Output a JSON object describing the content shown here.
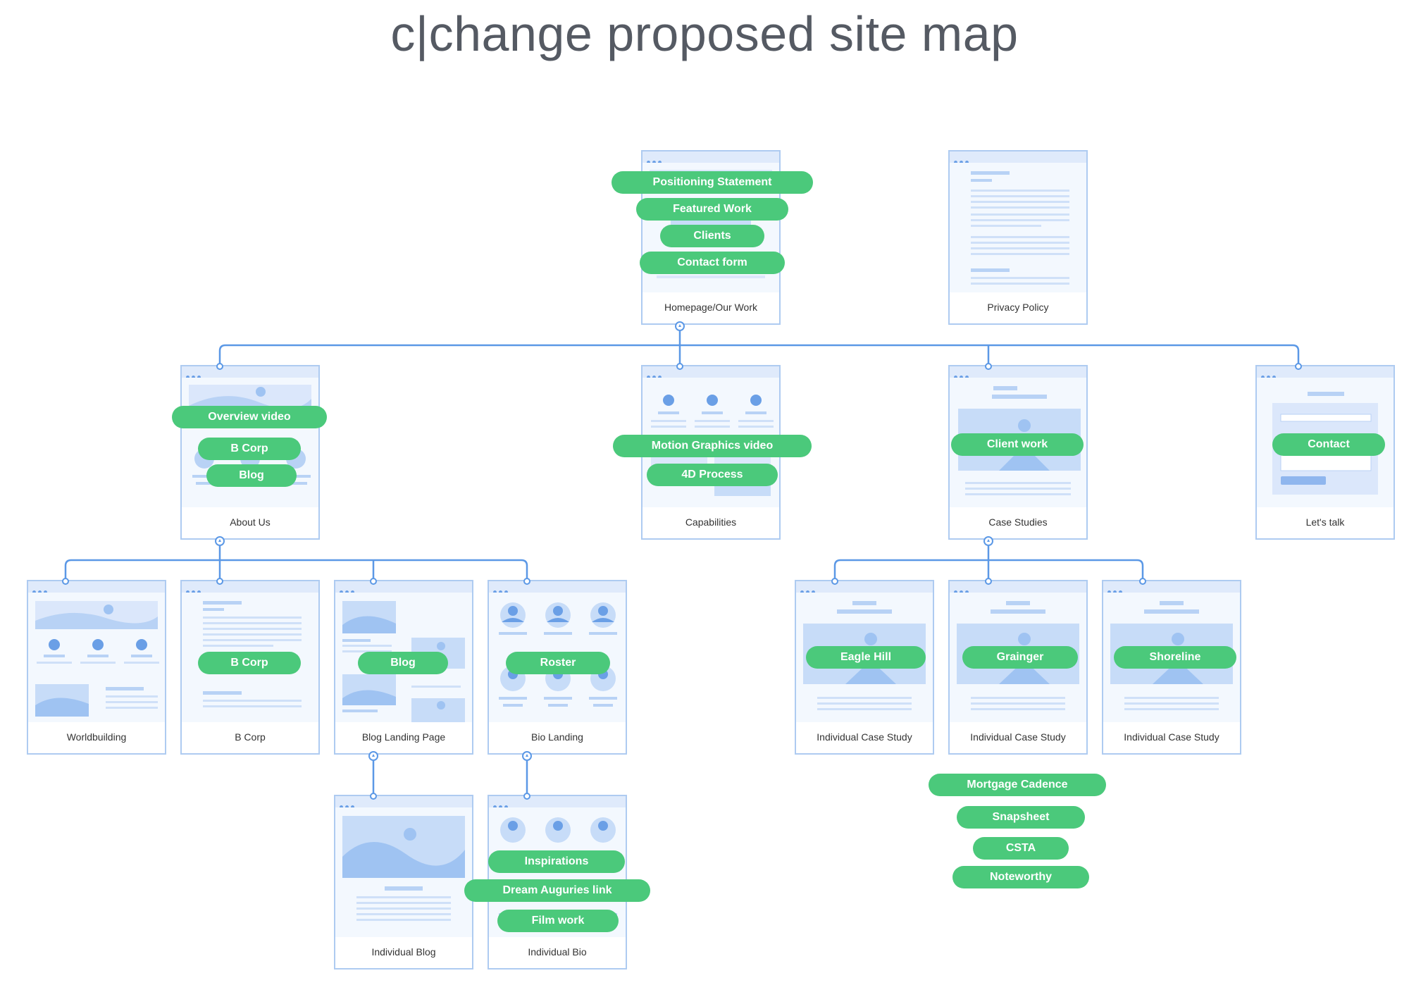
{
  "title": "c|change proposed site map",
  "colors": {
    "pill": "#4bc97b",
    "line": "#5b98e6",
    "frame": "#aecbf1"
  },
  "pages": {
    "home": {
      "label": "Homepage/Our Work",
      "tags": [
        "Positioning Statement",
        "Featured Work",
        "Clients",
        "Contact form"
      ]
    },
    "privacy": {
      "label": "Privacy Policy",
      "tags": []
    },
    "about": {
      "label": "About Us",
      "tags": [
        "Overview video",
        "B Corp",
        "Blog"
      ]
    },
    "capabilities": {
      "label": "Capabilities",
      "tags": [
        "Motion Graphics video",
        "4D Process"
      ]
    },
    "case_studies": {
      "label": "Case Studies",
      "tags": [
        "Client work"
      ]
    },
    "lets_talk": {
      "label": "Let's talk",
      "tags": [
        "Contact"
      ]
    },
    "worldbuilding": {
      "label": "Worldbuilding",
      "tags": []
    },
    "bcorp": {
      "label": "B Corp",
      "tags": [
        "B Corp"
      ]
    },
    "blog_landing": {
      "label": "Blog Landing Page",
      "tags": [
        "Blog"
      ]
    },
    "bio_landing": {
      "label": "Bio Landing",
      "tags": [
        "Roster"
      ]
    },
    "case_eagle": {
      "label": "Individual Case Study",
      "tags": [
        "Eagle Hill"
      ]
    },
    "case_grainger": {
      "label": "Individual Case Study",
      "tags": [
        "Grainger"
      ]
    },
    "case_shoreline": {
      "label": "Individual Case Study",
      "tags": [
        "Shoreline"
      ]
    },
    "individual_blog": {
      "label": "Individual Blog",
      "tags": []
    },
    "individual_bio": {
      "label": "Individual Bio",
      "tags": [
        "Inspirations",
        "Dream Auguries link",
        "Film work"
      ]
    }
  },
  "extra_case_studies": [
    "Mortgage Cadence",
    "Snapsheet",
    "CSTA",
    "Noteworthy"
  ]
}
